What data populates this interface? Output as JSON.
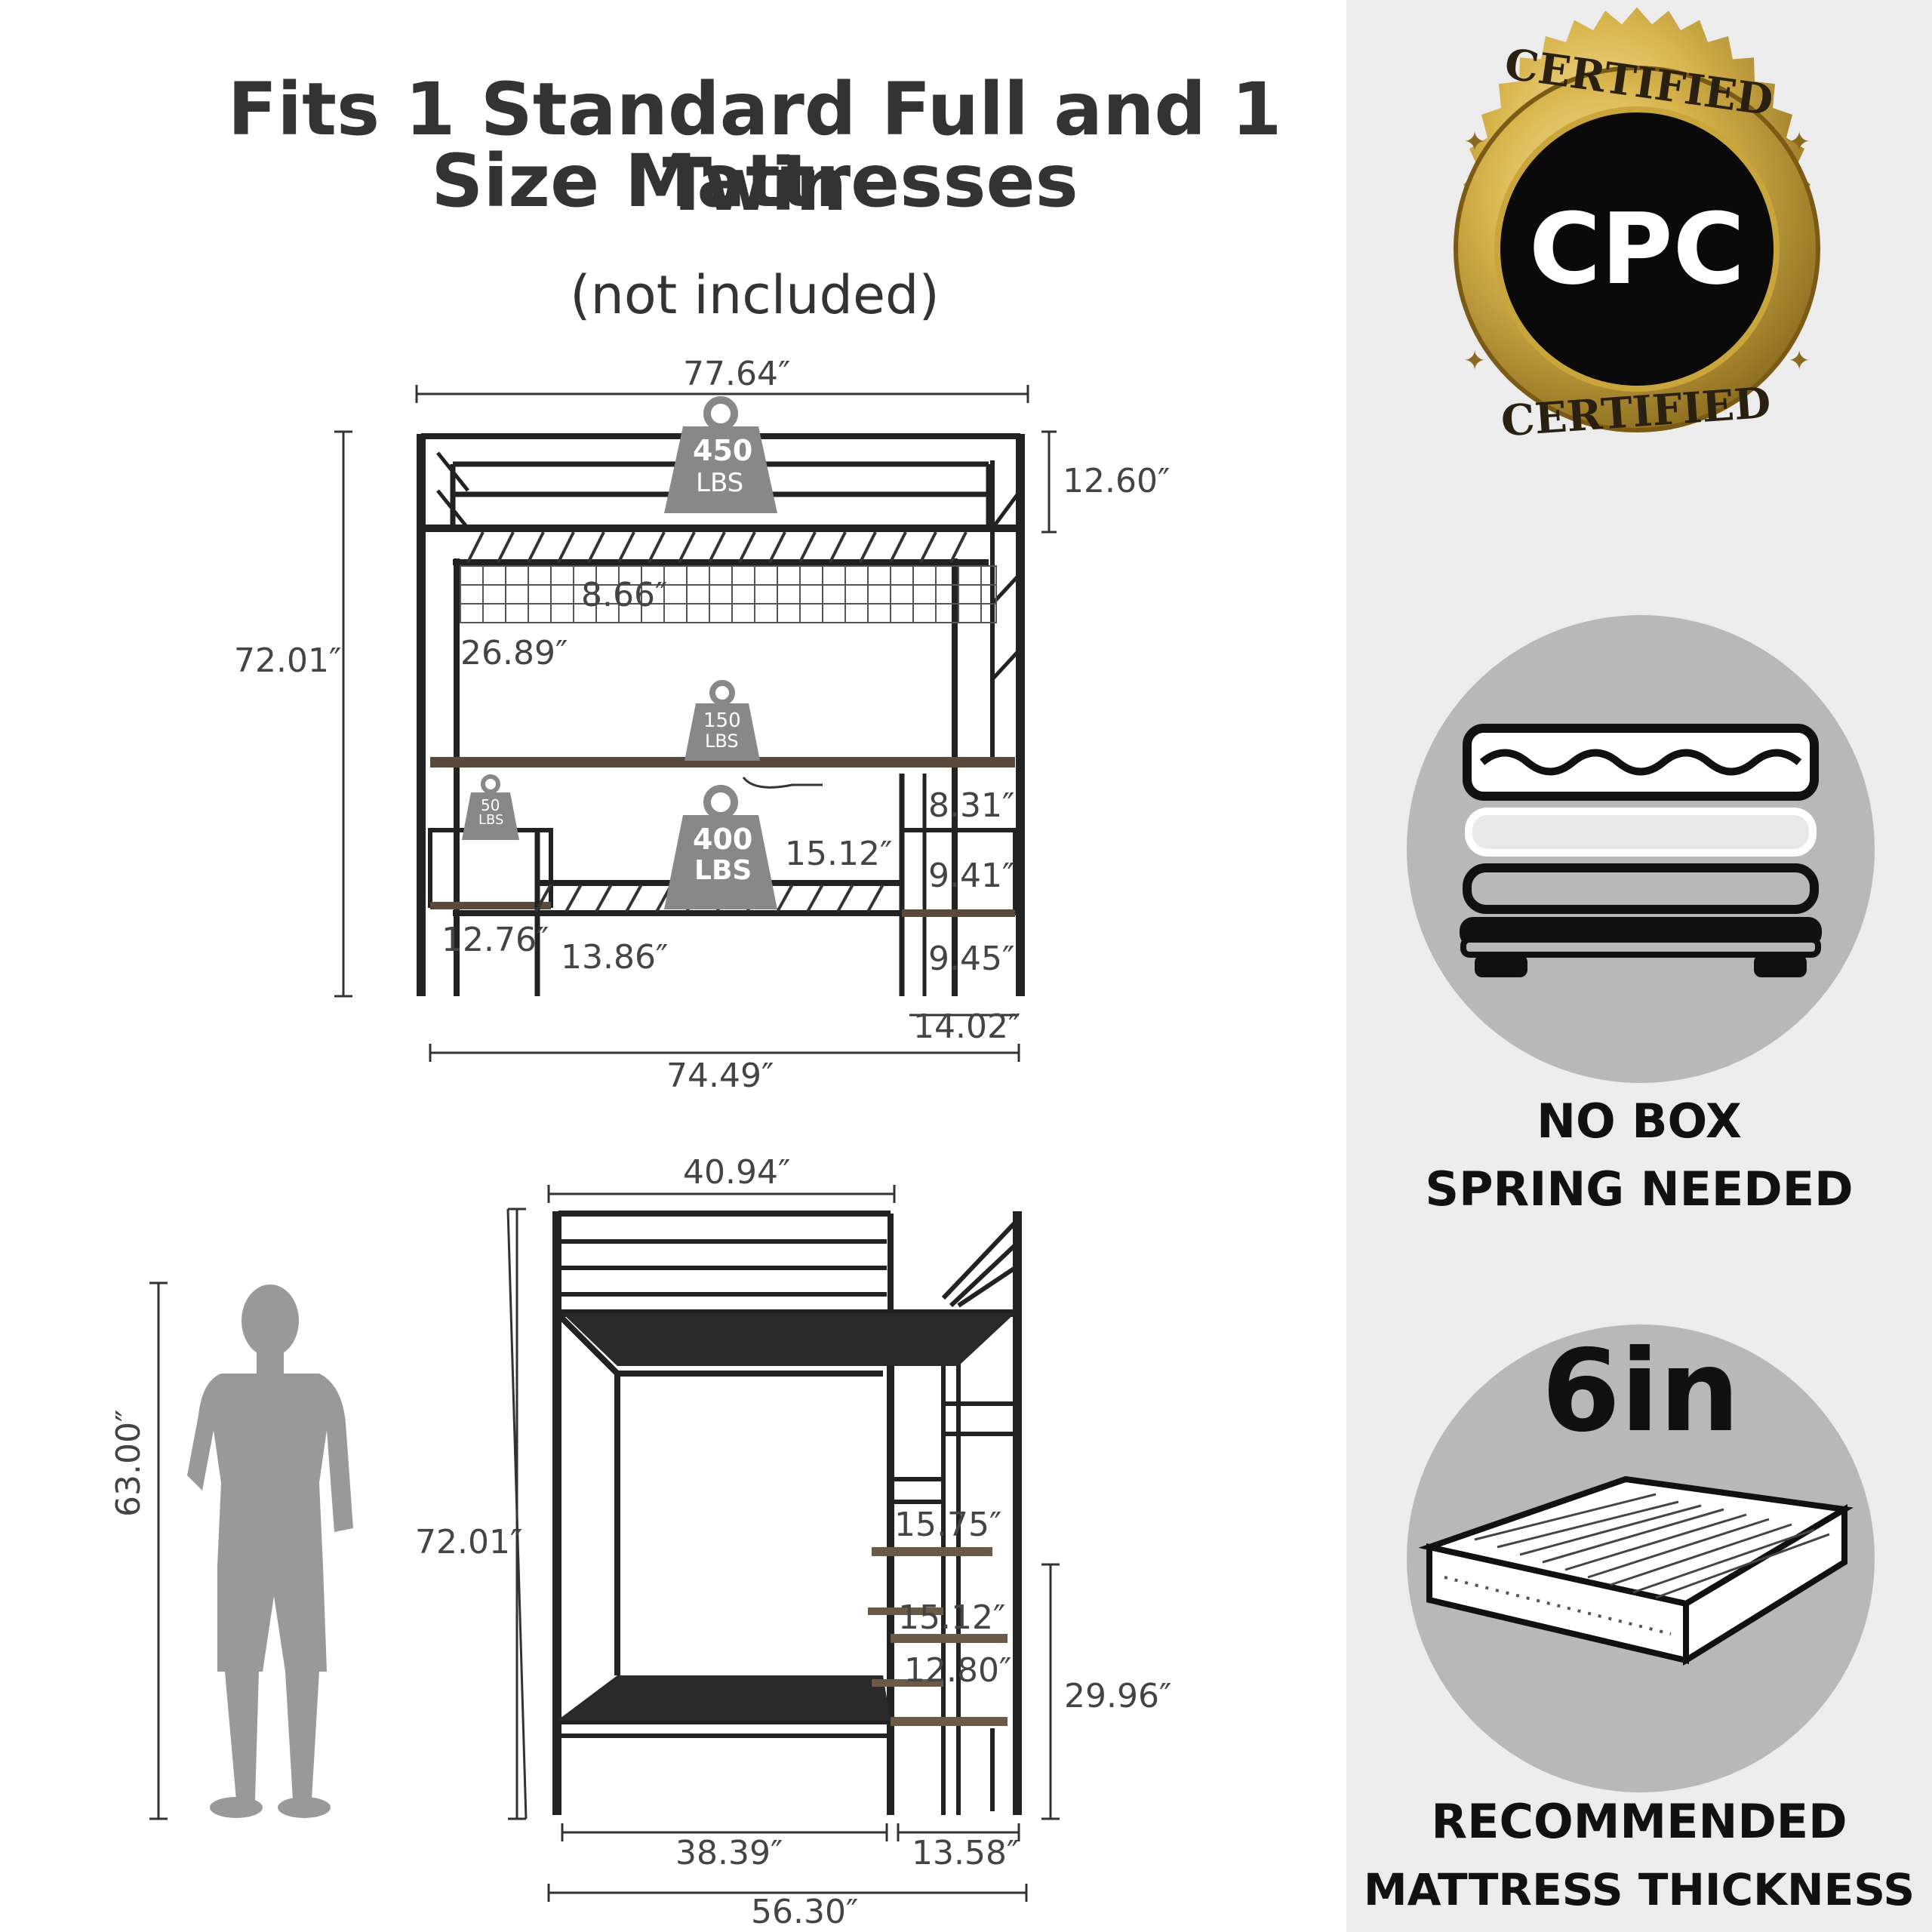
{
  "heading": {
    "line1": "Fits 1 Standard Full and 1 Twin",
    "line2": "Size Mattresses",
    "note": "(not included)"
  },
  "front_view": {
    "width_top": "77.64″",
    "height": "72.01″",
    "guardrail_height": "12.60″",
    "grid_height": "8.66″",
    "desk_clearance": "26.89″",
    "shelf_1": "8.31″",
    "shelf_2": "9.41″",
    "shelf_3": "9.45″",
    "shelf_width_right": "14.02″",
    "shelf_depth_left": "12.76″",
    "shelf_width_left": "13.86″",
    "step_depth": "15.12″",
    "width_bottom": "74.49″",
    "load_top": {
      "value": "450",
      "unit": "LBS"
    },
    "load_desk": {
      "value": "150",
      "unit": "LBS"
    },
    "load_shelf": {
      "value": "50",
      "unit": "LBS"
    },
    "load_bottom": {
      "value": "400",
      "unit": "LBS"
    }
  },
  "side_view": {
    "width_top": "40.94″",
    "height": "72.01″",
    "person_height": "63.00″",
    "stair_step_1": "15.75″",
    "stair_step_2": "15.12″",
    "stair_step_3": "12.80″",
    "stair_height": "29.96″",
    "bed_width": "38.39″",
    "stair_width": "13.58″",
    "total_width": "56.30″"
  },
  "badge": {
    "top_text": "CERTIFIED",
    "center_text": "CPC",
    "bottom_text": "CERTIFIED",
    "colors": {
      "gold": "#c9a53c",
      "dark": "#111111"
    }
  },
  "features": [
    {
      "icon": "box-spring-icon",
      "line1": "NO BOX",
      "line2": "SPRING NEEDED"
    },
    {
      "icon": "mattress-icon",
      "big": "6in",
      "line1": "RECOMMENDED",
      "line2": "MATTRESS THICKNESS"
    }
  ]
}
